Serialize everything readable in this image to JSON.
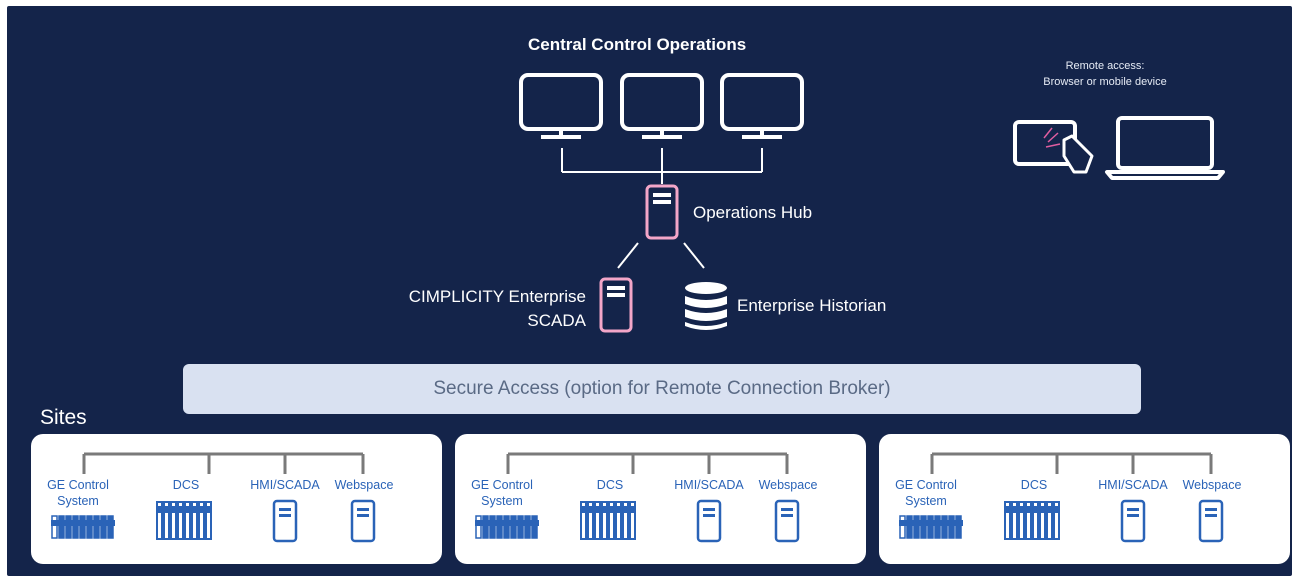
{
  "diagram": {
    "title": "Central Control Operations",
    "remote_access": {
      "line1": "Remote access:",
      "line2": "Browser or mobile device"
    },
    "operations_hub": "Operations Hub",
    "cimplicity": {
      "line1": "CIMPLICITY Enterprise",
      "line2": "SCADA"
    },
    "historian": "Enterprise Historian",
    "secure_access": "Secure Access (option for Remote Connection Broker)",
    "sites_heading": "Sites",
    "sites": [
      {
        "items": [
          {
            "line1": "GE Control",
            "line2": "System",
            "icon": "controller-rack-icon"
          },
          {
            "line1": "DCS",
            "line2": "",
            "icon": "dcs-rack-icon"
          },
          {
            "line1": "HMI/SCADA",
            "line2": "",
            "icon": "server-icon"
          },
          {
            "line1": "Webspace",
            "line2": "",
            "icon": "server-icon"
          }
        ]
      },
      {
        "items": [
          {
            "line1": "GE Control",
            "line2": "System",
            "icon": "controller-rack-icon"
          },
          {
            "line1": "DCS",
            "line2": "",
            "icon": "dcs-rack-icon"
          },
          {
            "line1": "HMI/SCADA",
            "line2": "",
            "icon": "server-icon"
          },
          {
            "line1": "Webspace",
            "line2": "",
            "icon": "server-icon"
          }
        ]
      },
      {
        "items": [
          {
            "line1": "GE Control",
            "line2": "System",
            "icon": "controller-rack-icon"
          },
          {
            "line1": "DCS",
            "line2": "",
            "icon": "dcs-rack-icon"
          },
          {
            "line1": "HMI/SCADA",
            "line2": "",
            "icon": "server-icon"
          },
          {
            "line1": "Webspace",
            "line2": "",
            "icon": "server-icon"
          }
        ]
      }
    ],
    "colors": {
      "background": "#14244a",
      "accent_pink": "#f3a6c8",
      "site_blue": "#2a63b7",
      "secure_bar": "#d9e1f1"
    }
  }
}
